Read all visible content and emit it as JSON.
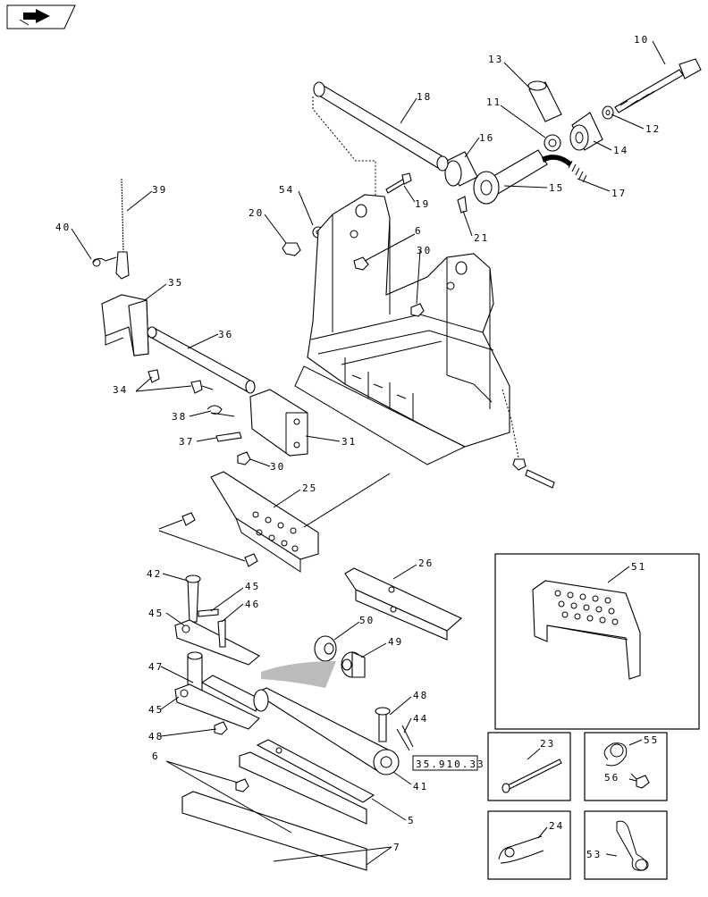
{
  "nav": {
    "icon": "arrow-back-icon"
  },
  "reference_box": {
    "label": "35.910.33"
  },
  "callouts": [
    {
      "id": "c10",
      "label": "10"
    },
    {
      "id": "c13",
      "label": "13"
    },
    {
      "id": "c18",
      "label": "18"
    },
    {
      "id": "c11",
      "label": "11"
    },
    {
      "id": "c12",
      "label": "12"
    },
    {
      "id": "c16",
      "label": "16"
    },
    {
      "id": "c14",
      "label": "14"
    },
    {
      "id": "c15",
      "label": "15"
    },
    {
      "id": "c17",
      "label": "17"
    },
    {
      "id": "c39",
      "label": "39"
    },
    {
      "id": "c54",
      "label": "54"
    },
    {
      "id": "c19",
      "label": "19"
    },
    {
      "id": "c20",
      "label": "20"
    },
    {
      "id": "c21",
      "label": "21"
    },
    {
      "id": "c40",
      "label": "40"
    },
    {
      "id": "c6a",
      "label": "6"
    },
    {
      "id": "c30a",
      "label": "30"
    },
    {
      "id": "c35",
      "label": "35"
    },
    {
      "id": "c36",
      "label": "36"
    },
    {
      "id": "c34",
      "label": "34"
    },
    {
      "id": "c38",
      "label": "38"
    },
    {
      "id": "c37",
      "label": "37"
    },
    {
      "id": "c31",
      "label": "31"
    },
    {
      "id": "c30b",
      "label": "30"
    },
    {
      "id": "c25",
      "label": "25"
    },
    {
      "id": "c26",
      "label": "26"
    },
    {
      "id": "c51",
      "label": "51"
    },
    {
      "id": "c42",
      "label": "42"
    },
    {
      "id": "c45a",
      "label": "45"
    },
    {
      "id": "c45b",
      "label": "45"
    },
    {
      "id": "c46",
      "label": "46"
    },
    {
      "id": "c50",
      "label": "50"
    },
    {
      "id": "c49",
      "label": "49"
    },
    {
      "id": "c47",
      "label": "47"
    },
    {
      "id": "c45c",
      "label": "45"
    },
    {
      "id": "c48a",
      "label": "48"
    },
    {
      "id": "c44",
      "label": "44"
    },
    {
      "id": "c48b",
      "label": "48"
    },
    {
      "id": "c6b",
      "label": "6"
    },
    {
      "id": "c41",
      "label": "41"
    },
    {
      "id": "c5",
      "label": "5"
    },
    {
      "id": "c7",
      "label": "7"
    },
    {
      "id": "c23",
      "label": "23"
    },
    {
      "id": "c55",
      "label": "55"
    },
    {
      "id": "c56",
      "label": "56"
    },
    {
      "id": "c24",
      "label": "24"
    },
    {
      "id": "c53",
      "label": "53"
    }
  ]
}
